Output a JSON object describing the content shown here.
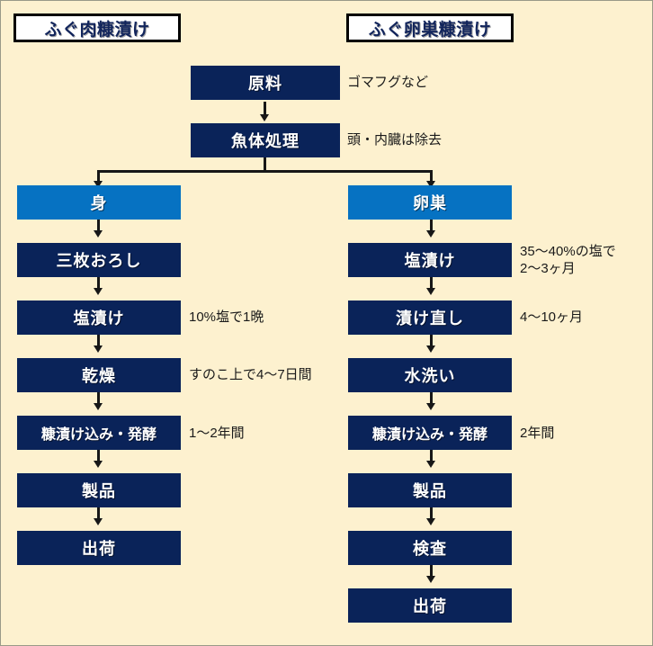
{
  "diagram": {
    "background_color": "#fdf1cf",
    "node_color_primary": "#0a2359",
    "node_color_secondary": "#0672c2",
    "titles": {
      "left": "ふぐ肉糠漬け",
      "right": "ふぐ卵巣糠漬け"
    },
    "common": [
      {
        "label": "原料",
        "annotation": "ゴマフグなど"
      },
      {
        "label": "魚体処理",
        "annotation": "頭・内臓は除去"
      }
    ],
    "branch_left": [
      {
        "label": "身",
        "annotation": ""
      },
      {
        "label": "三枚おろし",
        "annotation": ""
      },
      {
        "label": "塩漬け",
        "annotation": "10%塩で1晩"
      },
      {
        "label": "乾燥",
        "annotation": "すのこ上で4〜7日間"
      },
      {
        "label": "糠漬け込み・発酵",
        "annotation": "1〜2年間"
      },
      {
        "label": "製品",
        "annotation": ""
      },
      {
        "label": "出荷",
        "annotation": ""
      }
    ],
    "branch_right": [
      {
        "label": "卵巣",
        "annotation": ""
      },
      {
        "label": "塩漬け",
        "annotation": "35〜40%の塩で\n2〜3ヶ月"
      },
      {
        "label": "漬け直し",
        "annotation": "4〜10ヶ月"
      },
      {
        "label": "水洗い",
        "annotation": ""
      },
      {
        "label": "糠漬け込み・発酵",
        "annotation": "2年間"
      },
      {
        "label": "製品",
        "annotation": ""
      },
      {
        "label": "検査",
        "annotation": ""
      },
      {
        "label": "出荷",
        "annotation": ""
      }
    ]
  }
}
